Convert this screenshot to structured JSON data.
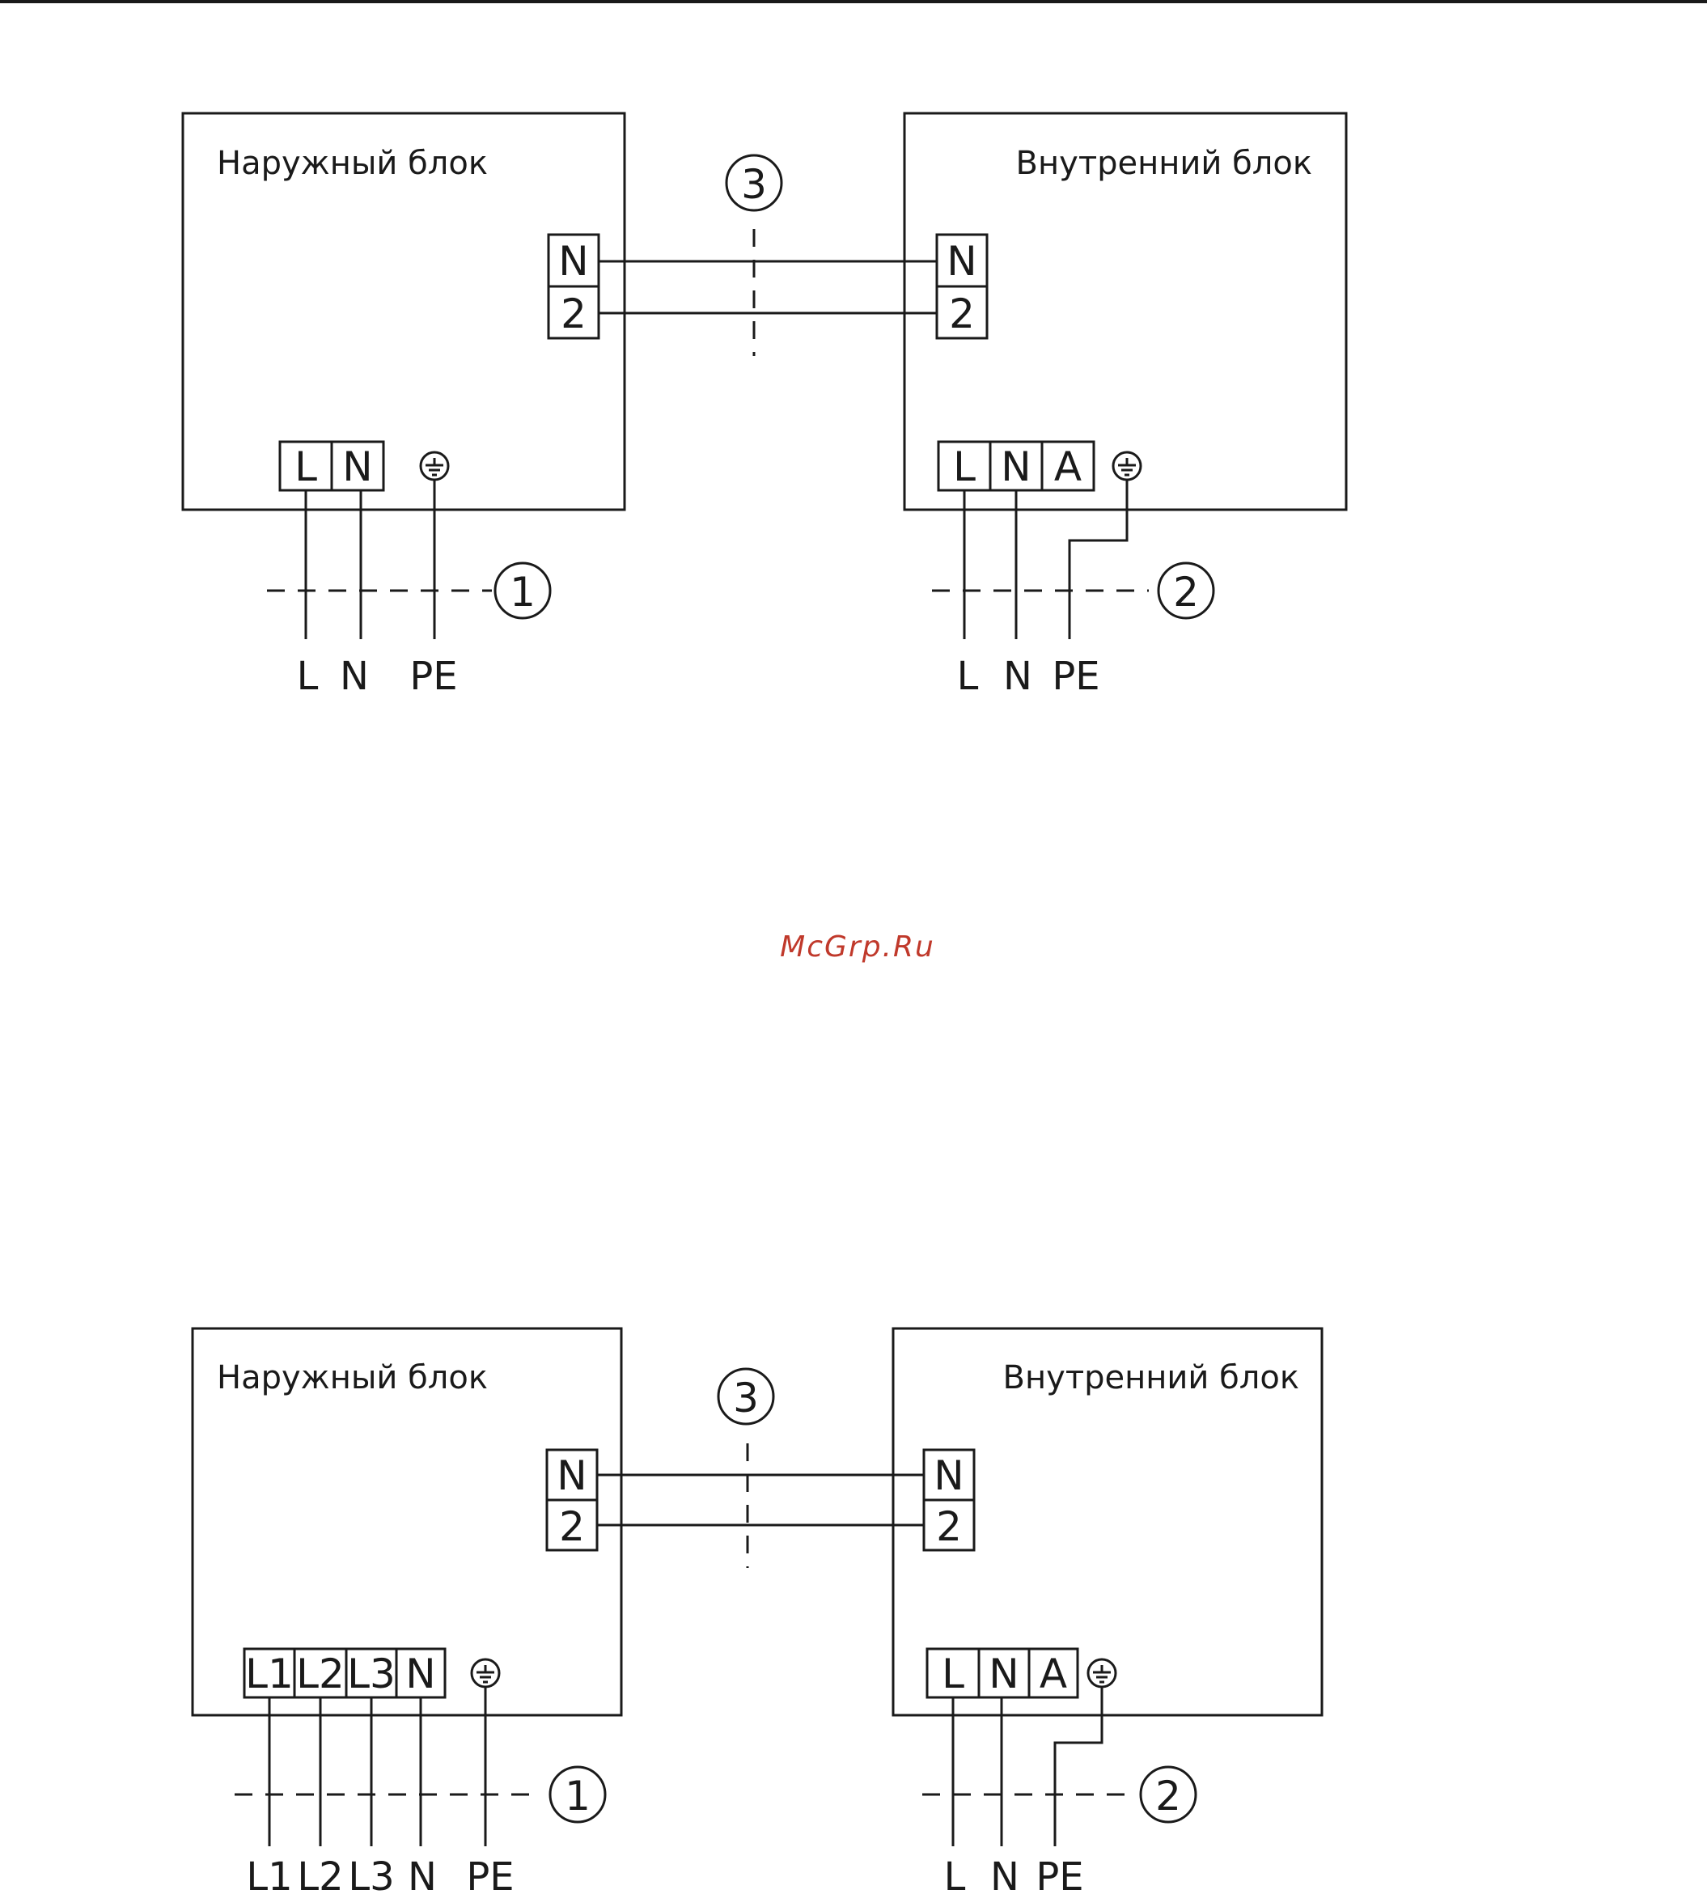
{
  "watermark": "McGrp.Ru",
  "diagrams": [
    {
      "outdoor_title": "Наружный блок",
      "indoor_title": "Внутренний блок",
      "link_terminals": [
        "N",
        "2"
      ],
      "outdoor_power_terminals": [
        "L",
        "N"
      ],
      "indoor_power_terminals": [
        "L",
        "N",
        "A"
      ],
      "outdoor_wire_labels": [
        "L",
        "N",
        "PE"
      ],
      "indoor_wire_labels": [
        "L",
        "N",
        "PE"
      ],
      "callouts": [
        "1",
        "2",
        "3"
      ]
    },
    {
      "outdoor_title": "Наружный блок",
      "indoor_title": "Внутренний блок",
      "link_terminals": [
        "N",
        "2"
      ],
      "outdoor_power_terminals": [
        "L1",
        "L2",
        "L3",
        "N"
      ],
      "indoor_power_terminals": [
        "L",
        "N",
        "A"
      ],
      "outdoor_wire_labels": [
        "L1",
        "L2",
        "L3",
        "N",
        "PE"
      ],
      "indoor_wire_labels": [
        "L",
        "N",
        "PE"
      ],
      "callouts": [
        "1",
        "2",
        "3"
      ]
    }
  ]
}
